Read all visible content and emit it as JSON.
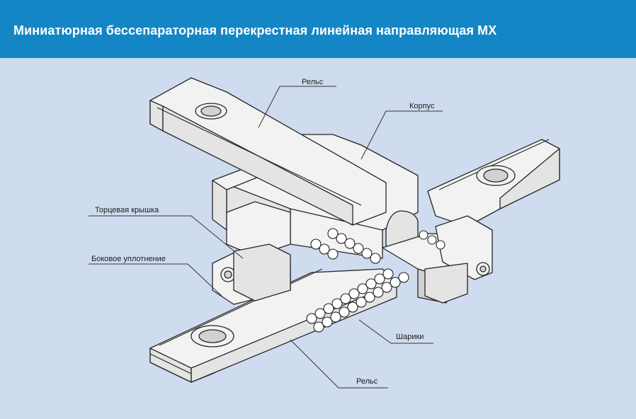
{
  "header": {
    "title": "Миниатюрная бессепараторная перекрестная линейная направляющая MX"
  },
  "labels": {
    "rail_top": "Рельс",
    "body": "Корпус",
    "end_cap": "Торцевая крышка",
    "side_seal": "Боковое уплотнение",
    "balls": "Шарики",
    "rail_bottom": "Рельс"
  },
  "colors": {
    "header_bg": "#1486c6",
    "background": "#cfdcef"
  }
}
